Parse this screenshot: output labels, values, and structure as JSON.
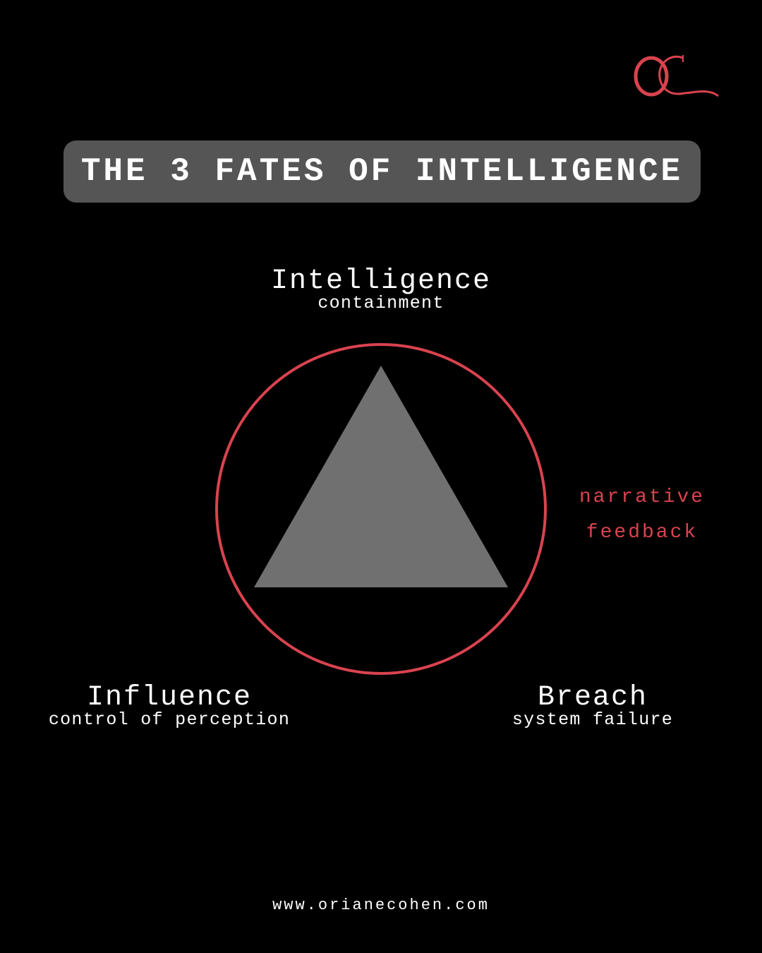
{
  "brand": {
    "logo_text": "OC",
    "website": "www.orianecohen.com"
  },
  "title": "THE 3 FATES OF INTELLIGENCE",
  "diagram": {
    "top": {
      "title": "Intelligence",
      "subtitle": "containment"
    },
    "left": {
      "title": "Influence",
      "subtitle": "control of perception"
    },
    "right": {
      "title": "Breach",
      "subtitle": "system failure"
    },
    "cycle_label": [
      "narrative",
      "feedback"
    ]
  },
  "colors": {
    "background": "#000000",
    "accent": "#d9434f",
    "title_box": "#555555",
    "triangle": "#707070"
  }
}
